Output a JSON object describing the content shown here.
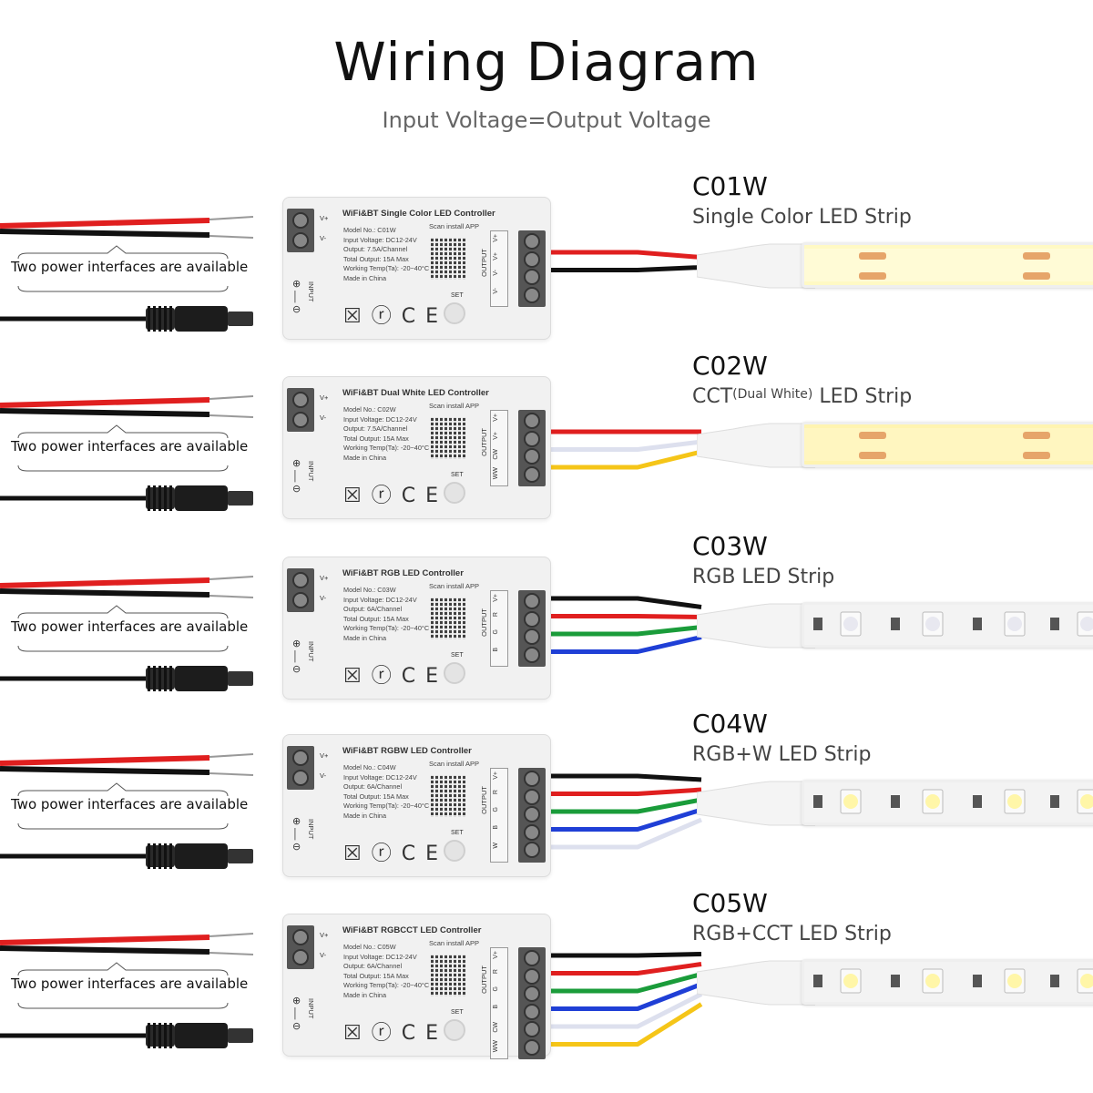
{
  "header": {
    "title": "Wiring Diagram",
    "subtitle": "Input Voltage=Output Voltage"
  },
  "power_label": "Two power interfaces are available",
  "colors": {
    "red": "#e01f1f",
    "black": "#111111",
    "green": "#1a9c3a",
    "blue": "#1f3fd6",
    "white": "#dde0ee",
    "yellow": "#f5c518"
  },
  "common": {
    "vplus": "V+",
    "vminus": "V-",
    "input": "INPUT",
    "output": "OUTPUT",
    "scan": "Scan install APP",
    "set": "SET",
    "certs": "☒ ⓡ C E",
    "voltage": "Input Voltage: DC12-24V",
    "temp": "Working Temp(Ta): -20~40°C",
    "made": "Made in China",
    "total": "Total Output: 15A Max"
  },
  "rows": [
    {
      "model": "C01W",
      "strip_label": "Single Color LED Strip",
      "strip_label_small": "",
      "strip_label_tail": "",
      "ctrl_title": "WiFi&BT Single Color LED Controller",
      "model_no": "Model No.: C01W",
      "output": "Output: 7.5A/Channel",
      "out_pins": [
        "V+",
        "V+",
        "V-",
        "V-"
      ],
      "wires": [
        "red",
        "black"
      ],
      "strip_color": "#fff9c4",
      "strip_icon": "cob-strip-warm"
    },
    {
      "model": "C02W",
      "strip_label": "CCT",
      "strip_label_small": "(Dual White)",
      "strip_label_tail": " LED Strip",
      "ctrl_title": "WiFi&BT Dual White LED Controller",
      "model_no": "Model No.: C02W",
      "output": "Output: 7.5A/Channel",
      "out_pins": [
        "V+",
        "V+",
        "CW",
        "WW"
      ],
      "wires": [
        "red",
        "white",
        "yellow"
      ],
      "strip_color": "#fff4b0",
      "strip_icon": "cob-strip-cct"
    },
    {
      "model": "C03W",
      "strip_label": "RGB LED Strip",
      "strip_label_small": "",
      "strip_label_tail": "",
      "ctrl_title": "WiFi&BT RGB  LED Controller",
      "model_no": "Model No.: C03W",
      "output": "Output: 6A/Channel",
      "out_pins": [
        "V+",
        "R",
        "G",
        "B"
      ],
      "wires": [
        "black",
        "red",
        "green",
        "blue"
      ],
      "strip_color": "#f3f3f3",
      "strip_icon": "smd-strip-rgb"
    },
    {
      "model": "C04W",
      "strip_label": "RGB+W LED Strip",
      "strip_label_small": "",
      "strip_label_tail": "",
      "ctrl_title": "WiFi&BT RGBW  LED Controller",
      "model_no": "Model No.: C04W",
      "output": "Output: 6A/Channel",
      "out_pins": [
        "V+",
        "R",
        "G",
        "B",
        "W"
      ],
      "wires": [
        "black",
        "red",
        "green",
        "blue",
        "white"
      ],
      "strip_color": "#f3f3f3",
      "strip_icon": "smd-strip-rgbw"
    },
    {
      "model": "C05W",
      "strip_label": "RGB+CCT LED Strip",
      "strip_label_small": "",
      "strip_label_tail": "",
      "ctrl_title": "WiFi&BT RGBCCT LED Controller",
      "model_no": "Model No.: C05W",
      "output": "Output: 6A/Channel",
      "out_pins": [
        "V+",
        "R",
        "G",
        "B",
        "CW",
        "WW"
      ],
      "wires": [
        "black",
        "red",
        "green",
        "blue",
        "white",
        "yellow"
      ],
      "strip_color": "#f3f3f3",
      "strip_icon": "smd-strip-rgbcct"
    }
  ]
}
